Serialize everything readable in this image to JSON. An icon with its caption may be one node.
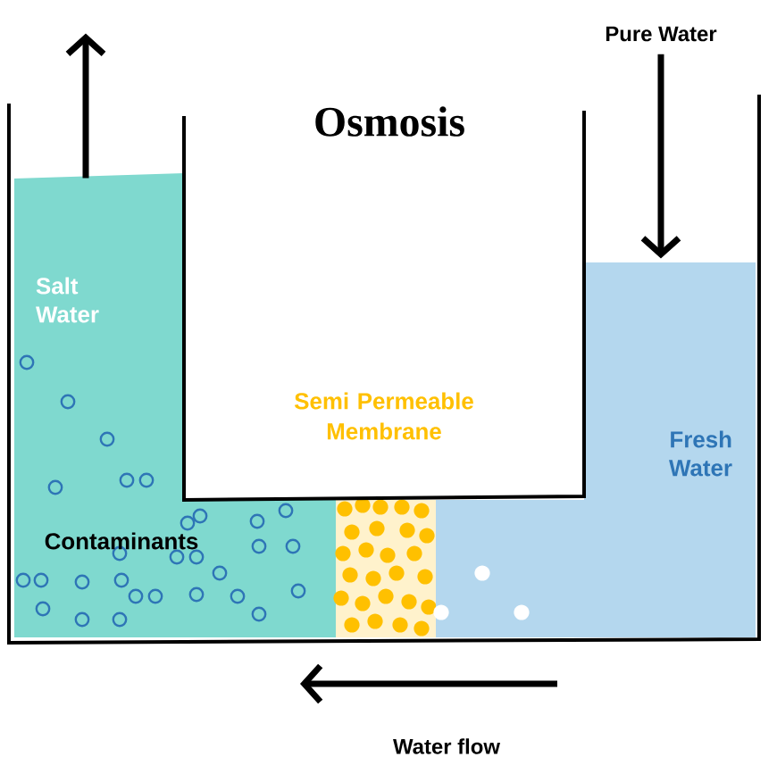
{
  "diagram": {
    "title": "Osmosis",
    "nodes": [
      {
        "text": [
          "Pure Water"
        ]
      },
      {
        "text": [
          "Salt Water",
          "Contaminants"
        ]
      },
      {
        "text": [
          "Semi Permeable Membrane"
        ]
      },
      {
        "text": [
          "Fresh Water"
        ]
      }
    ],
    "edges": [
      {
        "from": 0,
        "to": 3,
        "arrow": "to"
      },
      {
        "from": 1,
        "to": null,
        "arrow": "to"
      }
    ],
    "labels": [
      "Water flow"
    ]
  }
}
